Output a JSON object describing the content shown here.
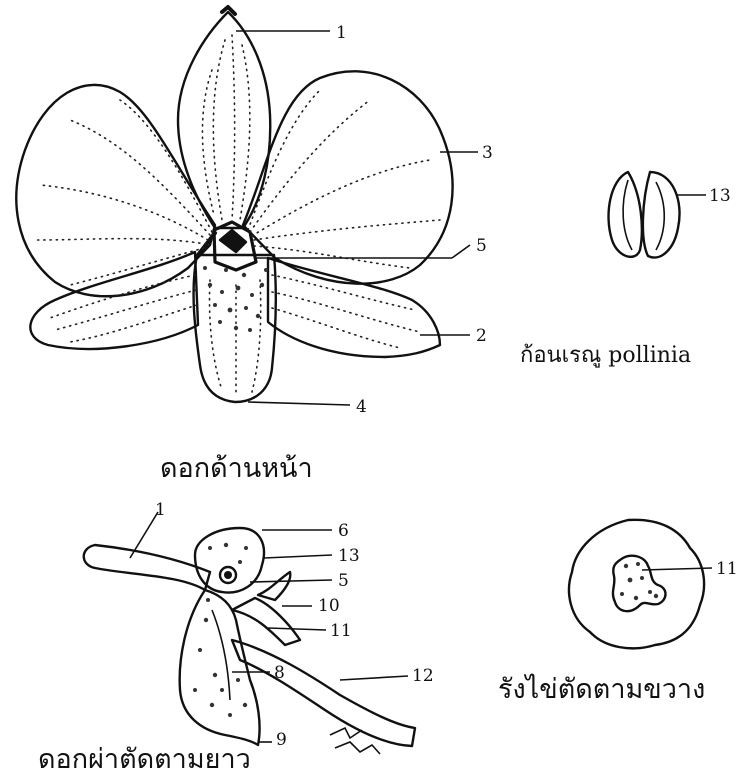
{
  "front_view": {
    "caption": "ดอกด้านหน้า",
    "labels": [
      "1",
      "3",
      "5",
      "2",
      "4"
    ]
  },
  "pollinia": {
    "label": "13",
    "caption": "ก้อนเรณู pollinia"
  },
  "longitudinal_section": {
    "caption": "ดอกผ่าตัดตามยาว",
    "labels": [
      "1",
      "6",
      "13",
      "5",
      "10",
      "11",
      "8",
      "12",
      "9"
    ]
  },
  "ovary_section": {
    "label": "11",
    "caption": "รังไข่ตัดตามขวาง"
  }
}
